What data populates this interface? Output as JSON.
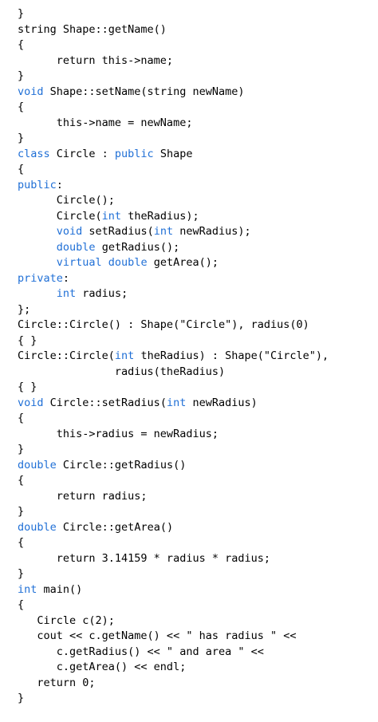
{
  "accent_color": "#1f6fd6",
  "lines": [
    [
      {
        "t": "}"
      }
    ],
    [
      {
        "t": "string Shape::getName()"
      }
    ],
    [
      {
        "t": "{"
      }
    ],
    [
      {
        "t": "      return this->name;"
      }
    ],
    [
      {
        "t": "}"
      }
    ],
    [
      {
        "t": "void",
        "kw": true
      },
      {
        "t": " Shape::setName(string newName)"
      }
    ],
    [
      {
        "t": "{"
      }
    ],
    [
      {
        "t": "      this->name = newName;"
      }
    ],
    [
      {
        "t": "}"
      }
    ],
    [
      {
        "t": "class",
        "kw": true
      },
      {
        "t": " Circle : "
      },
      {
        "t": "public",
        "kw": true
      },
      {
        "t": " Shape"
      }
    ],
    [
      {
        "t": "{"
      }
    ],
    [
      {
        "t": "public",
        "kw": true
      },
      {
        "t": ":"
      }
    ],
    [
      {
        "t": "      Circle();"
      }
    ],
    [
      {
        "t": "      Circle("
      },
      {
        "t": "int",
        "kw": true
      },
      {
        "t": " theRadius);"
      }
    ],
    [
      {
        "t": "      "
      },
      {
        "t": "void",
        "kw": true
      },
      {
        "t": " setRadius("
      },
      {
        "t": "int",
        "kw": true
      },
      {
        "t": " newRadius);"
      }
    ],
    [
      {
        "t": "      "
      },
      {
        "t": "double",
        "kw": true
      },
      {
        "t": " getRadius();"
      }
    ],
    [
      {
        "t": "      "
      },
      {
        "t": "virtual double",
        "kw": true
      },
      {
        "t": " getArea();"
      }
    ],
    [
      {
        "t": "private",
        "kw": true
      },
      {
        "t": ":"
      }
    ],
    [
      {
        "t": "      "
      },
      {
        "t": "int",
        "kw": true
      },
      {
        "t": " radius;"
      }
    ],
    [
      {
        "t": "};"
      }
    ],
    [
      {
        "t": "Circle::Circle() : Shape(\"Circle\"), radius(0)"
      }
    ],
    [
      {
        "t": "{ }"
      }
    ],
    [
      {
        "t": "Circle::Circle("
      },
      {
        "t": "int",
        "kw": true
      },
      {
        "t": " theRadius) : Shape(\"Circle\"),"
      }
    ],
    [
      {
        "t": "               radius(theRadius)"
      }
    ],
    [
      {
        "t": "{ }"
      }
    ],
    [
      {
        "t": "void",
        "kw": true
      },
      {
        "t": " Circle::setRadius("
      },
      {
        "t": "int",
        "kw": true
      },
      {
        "t": " newRadius)"
      }
    ],
    [
      {
        "t": "{"
      }
    ],
    [
      {
        "t": "      this->radius = newRadius;"
      }
    ],
    [
      {
        "t": "}"
      }
    ],
    [
      {
        "t": "double",
        "kw": true
      },
      {
        "t": " Circle::getRadius()"
      }
    ],
    [
      {
        "t": "{"
      }
    ],
    [
      {
        "t": "      return radius;"
      }
    ],
    [
      {
        "t": "}"
      }
    ],
    [
      {
        "t": "double",
        "kw": true
      },
      {
        "t": " Circle::getArea()"
      }
    ],
    [
      {
        "t": "{"
      }
    ],
    [
      {
        "t": "      return 3.14159 * radius * radius;"
      }
    ],
    [
      {
        "t": "}"
      }
    ],
    [
      {
        "t": "int",
        "kw": true
      },
      {
        "t": " main()"
      }
    ],
    [
      {
        "t": "{"
      }
    ],
    [
      {
        "t": "   Circle c(2);"
      }
    ],
    [
      {
        "t": "   cout << c.getName() << \" has radius \" <<"
      }
    ],
    [
      {
        "t": "      c.getRadius() << \" and area \" <<"
      }
    ],
    [
      {
        "t": "      c.getArea() << endl;"
      }
    ],
    [
      {
        "t": "   return 0;"
      }
    ],
    [
      {
        "t": "}"
      }
    ]
  ]
}
